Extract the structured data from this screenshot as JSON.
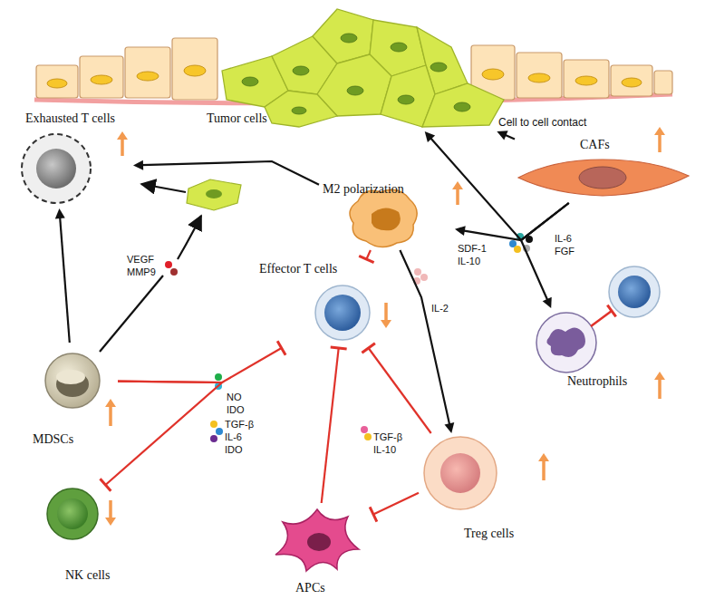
{
  "diagram": {
    "nodes": [
      {
        "text": [
          "Tumor cells"
        ]
      },
      {
        "text": [
          "CAFs"
        ]
      },
      {
        "text": [
          "M2 polarization"
        ]
      },
      {
        "text": [
          "Exhausted T cells"
        ]
      },
      {
        "text": [
          "Effector T cells"
        ]
      },
      {
        "text": [
          "Neutrophils"
        ]
      },
      {
        "text": [
          "MDSCs"
        ]
      },
      {
        "text": [
          "NK cells"
        ]
      },
      {
        "text": [
          "Treg cells"
        ]
      },
      {
        "text": [
          "APCs"
        ]
      }
    ],
    "edges": [
      {
        "from": 1,
        "to": 0,
        "arrow": "to",
        "label": "Cell to cell contact"
      },
      {
        "from": 1,
        "to": 0,
        "arrow": "to"
      },
      {
        "from": 1,
        "to": 2,
        "arrow": "to"
      },
      {
        "from": 1,
        "to": 5,
        "arrow": "to"
      },
      {
        "from": 2,
        "to": 3,
        "arrow": "to"
      },
      {
        "from": 2,
        "to": 4,
        "arrow": "to"
      },
      {
        "from": 2,
        "to": 8,
        "arrow": "to"
      },
      {
        "from": 6,
        "to": 3,
        "arrow": "to"
      },
      {
        "from": 6,
        "to": 4,
        "arrow": "to"
      },
      {
        "from": 6,
        "to": 7,
        "arrow": "to"
      },
      {
        "from": 8,
        "to": 4,
        "arrow": "to"
      },
      {
        "from": 8,
        "to": 9,
        "arrow": "to"
      },
      {
        "from": 9,
        "to": 4,
        "arrow": "to"
      }
    ],
    "labels": [
      "IL-6",
      "FGF",
      "SDF-1",
      "IL-10",
      "VEGF",
      "MMP9",
      "NO",
      "IDO",
      "IL-2",
      "TGF-β",
      "IL-6",
      "IDO",
      "TGF-β",
      "IL-10"
    ]
  }
}
